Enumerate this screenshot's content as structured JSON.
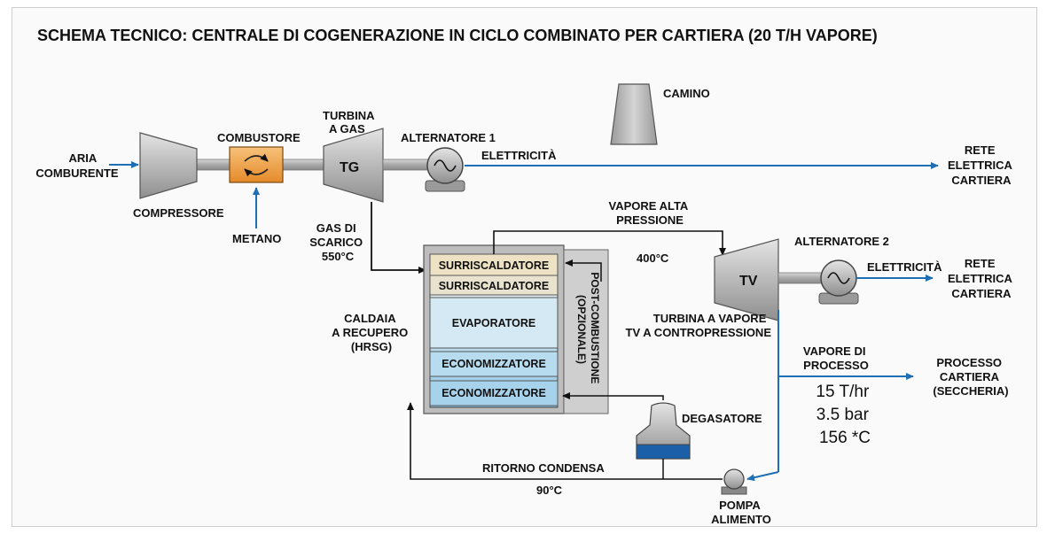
{
  "title": "SCHEMA TECNICO: CENTRALE DI COGENERAZIONE IN CICLO COMBINATO PER CARTIERA (20 T/H VAPORE)",
  "labels": {
    "aria": [
      "ARIA",
      "COMBURENTE"
    ],
    "compressore": "COMPRESSORE",
    "combustore": "COMBUSTORE",
    "metano": "METANO",
    "turbina_gas": [
      "TURBINA",
      "A GAS"
    ],
    "tg": "TG",
    "alternatore1": "ALTERNATORE 1",
    "elettricita1": "ELETTRICITÀ",
    "rete1": [
      "RETE",
      "ELETTRICA",
      "CARTIERA"
    ],
    "camino": "CAMINO",
    "gas_scarico": [
      "GAS DI",
      "SCARICO",
      "550°C"
    ],
    "vapore_alta": [
      "VAPORE ALTA",
      "PRESSIONE"
    ],
    "temp400": "400°C",
    "alternatore2": "ALTERNATORE 2",
    "elettricita2": "ELETTRICITÀ",
    "rete2": [
      "RETE",
      "ELETTRICA",
      "CARTIERA"
    ],
    "tv": "TV",
    "turbina_vapore": [
      "TURBINA A VAPORE",
      "TV A CONTROPRESSIONE"
    ],
    "caldaia": [
      "CALDAIA",
      "A RECUPERO",
      "(HRSG)"
    ],
    "surriscaldatore1": "SURRISCALDATORE",
    "surriscaldatore2": "SURRISCALDATORE",
    "evaporatore": "EVAPORATORE",
    "economizzatore1": "ECONOMIZZATORE",
    "economizzatore2": "ECONOMIZZATORE",
    "post_combustione": [
      "POST-COMBUSTIONE",
      "(OPZIONALE)"
    ],
    "vapore_processo": [
      "VAPORE DI",
      "PROCESSO"
    ],
    "processo": [
      "PROCESSO",
      "CARTIERA",
      "(SECCHERIA)"
    ],
    "valori": [
      "15 T/hr",
      "3.5 bar",
      "156 *C"
    ],
    "degasatore": "DEGASATORE",
    "ritorno": "RITORNO CONDENSA",
    "temp90": "90°C",
    "pompa": [
      "POMPA",
      "ALIMENTO"
    ]
  },
  "colors": {
    "flow_blue": "#1f6fb5",
    "shaft": "#b8b8b8",
    "combustor": "#f0a23c",
    "hrsg_top": "#efe3c6",
    "hrsg_bottom": "#a9d3ea",
    "degasser_water": "#1b5fa8"
  }
}
